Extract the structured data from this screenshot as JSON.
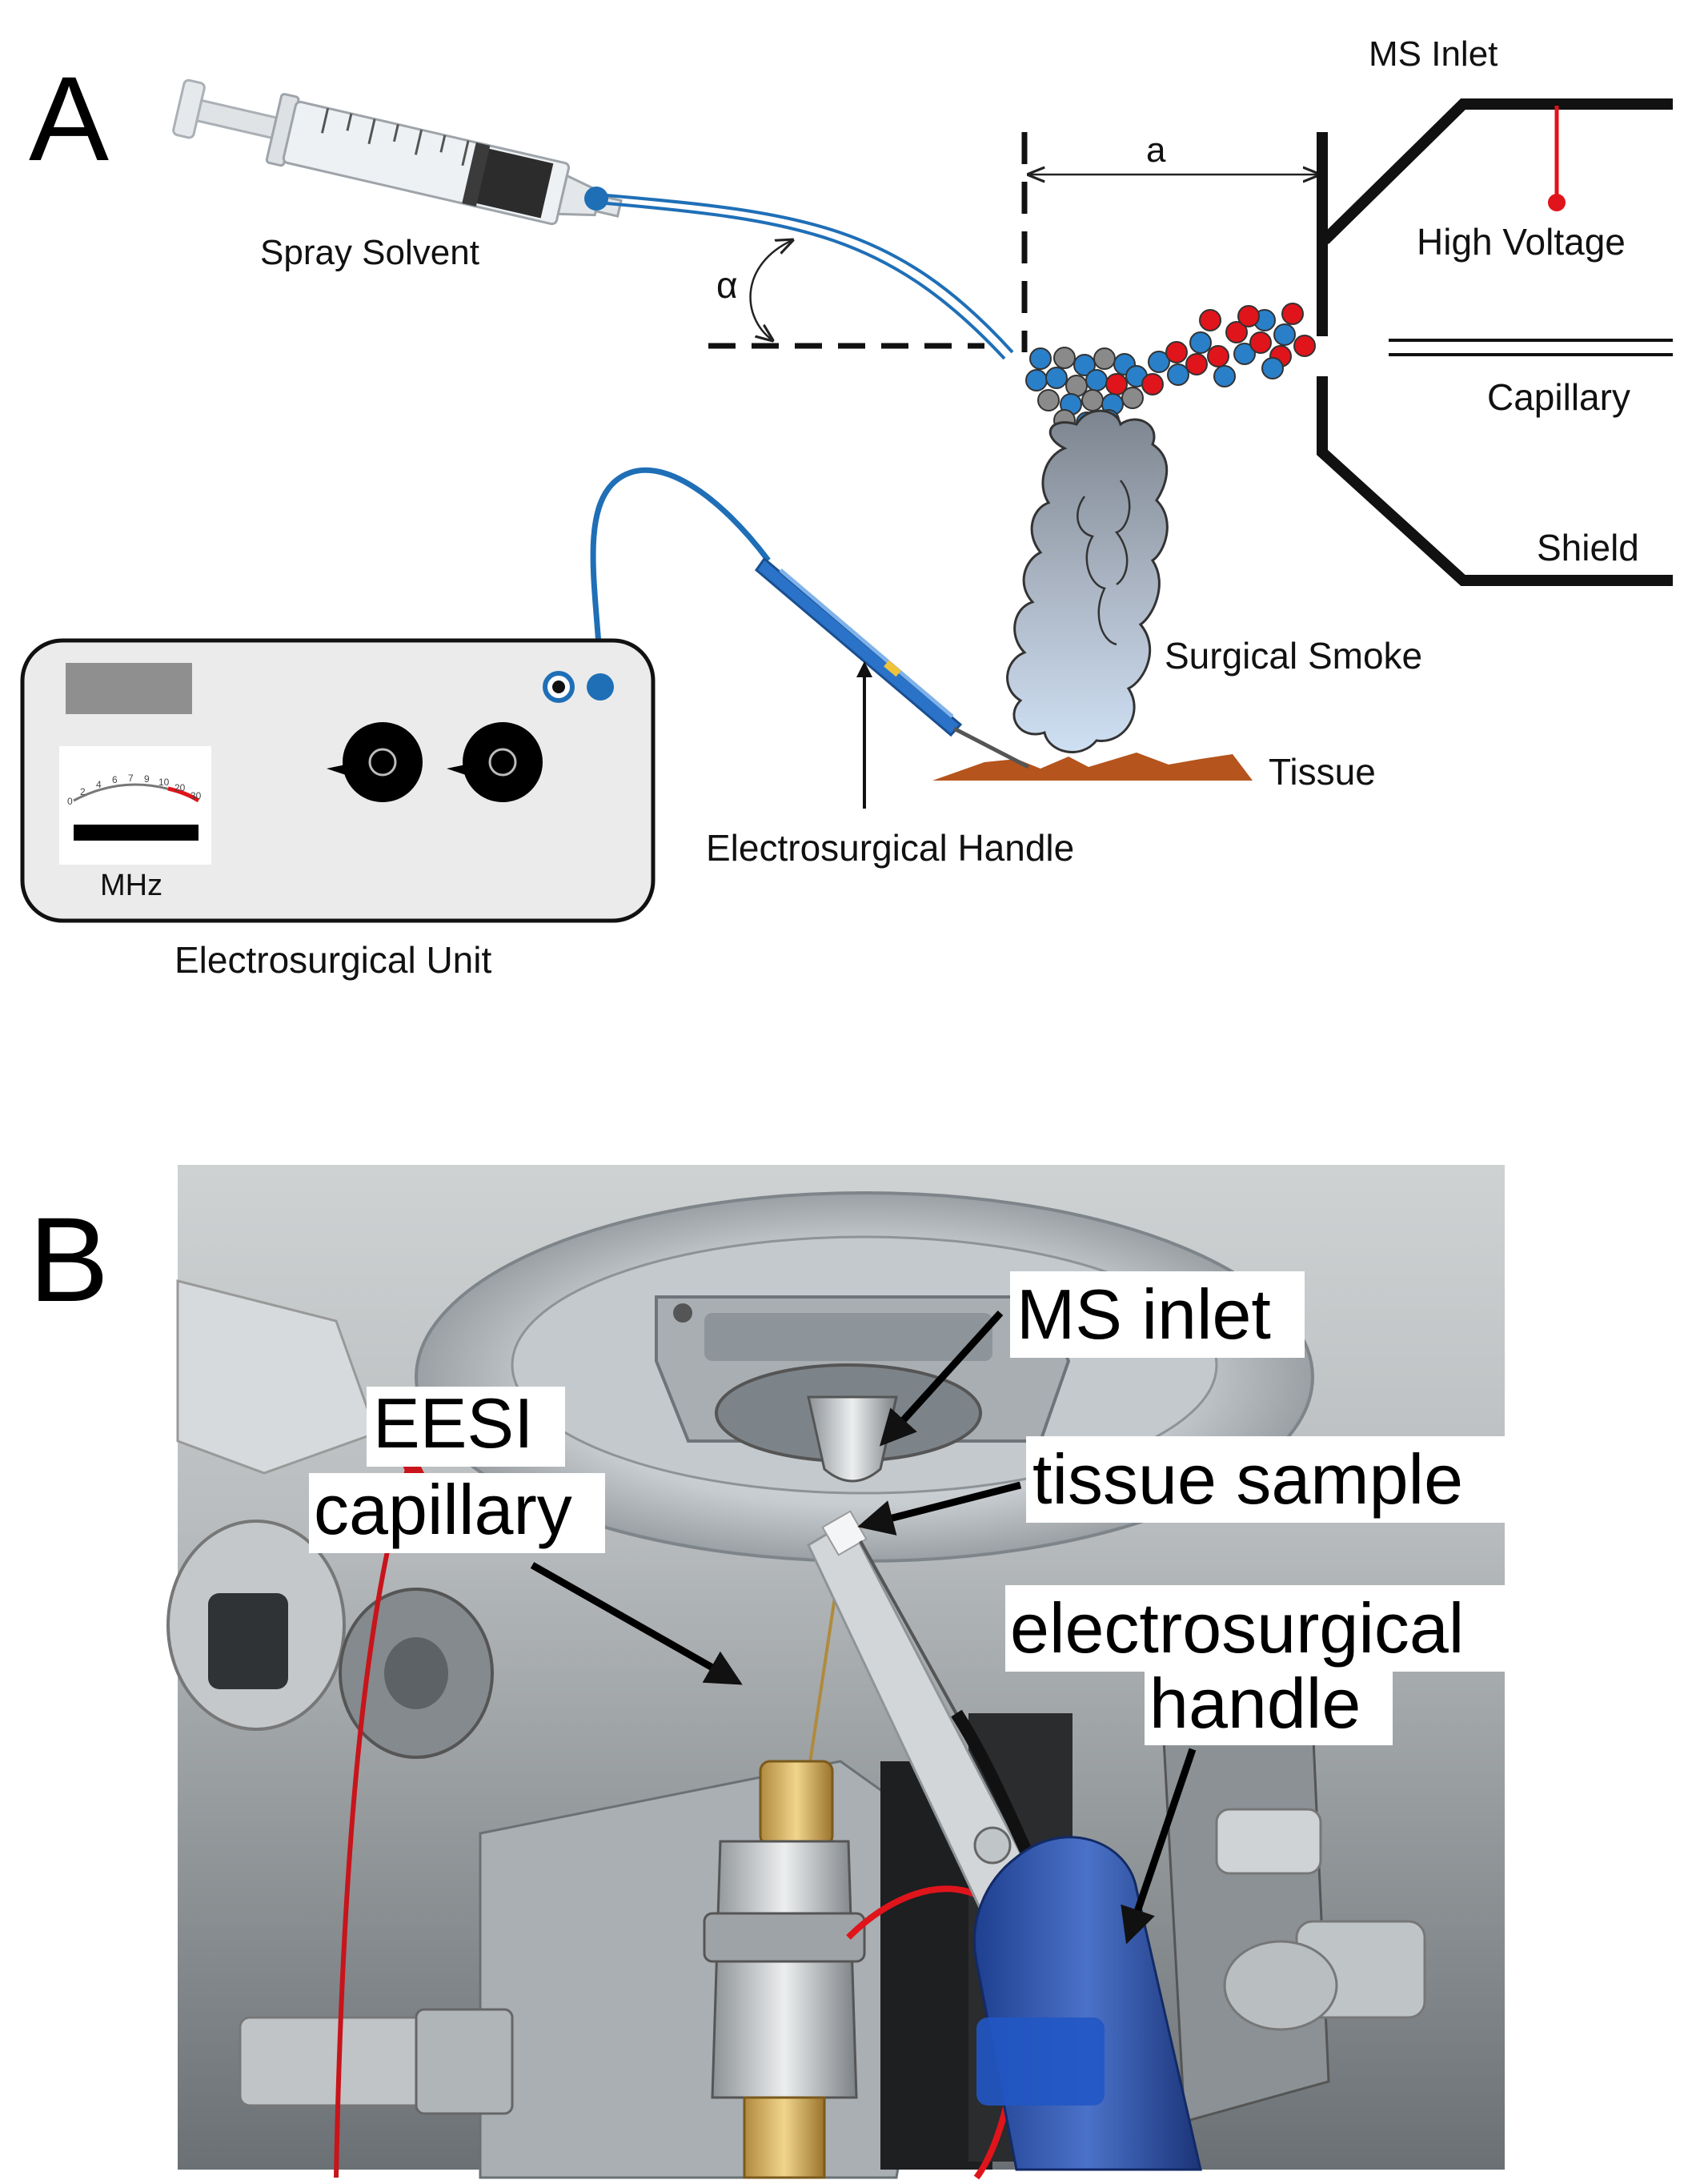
{
  "panel_a": {
    "letter": "A",
    "labels": {
      "spray_solvent": "Spray Solvent",
      "alpha": "α",
      "distance": "a",
      "ms_inlet": "MS Inlet",
      "high_voltage": "High Voltage",
      "capillary": "Capillary",
      "shield": "Shield",
      "surgical_smoke": "Surgical Smoke",
      "tissue": "Tissue",
      "electrosurgical_handle": "Electrosurgical Handle",
      "electrosurgical_unit": "Electrosurgical Unit",
      "mhz": "MHz"
    },
    "meter_ticks": [
      "0",
      "2",
      "4",
      "6",
      "7",
      "9",
      "10",
      "20",
      "30"
    ],
    "colors": {
      "blue": "#2a7fc9",
      "red": "#e0141b",
      "gray": "#8a8a8a",
      "tissue": "#b5541c",
      "smoke": "#a9bfe0"
    }
  },
  "panel_b": {
    "letter": "B",
    "labels": {
      "ms_inlet": "MS inlet",
      "eesi_line1": "EESI",
      "eesi_line2": "capillary",
      "tissue_sample": "tissue sample",
      "handle_line1": "electrosurgical",
      "handle_line2": "handle"
    }
  }
}
